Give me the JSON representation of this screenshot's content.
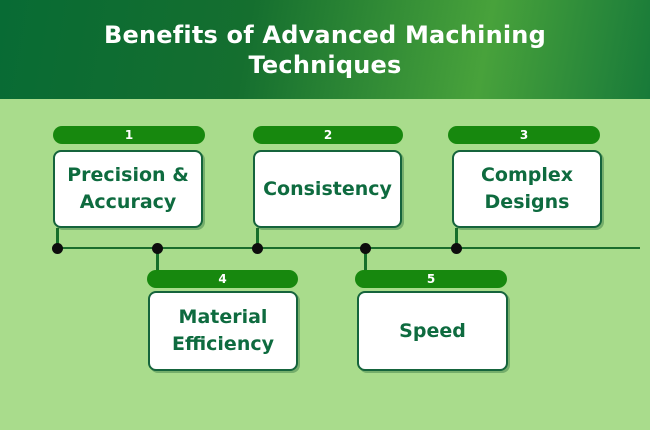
{
  "header": {
    "title": "Benefits of Advanced Machining Techniques"
  },
  "items": [
    {
      "number": "1",
      "label": "Precision & Accuracy"
    },
    {
      "number": "2",
      "label": "Consistency"
    },
    {
      "number": "3",
      "label": "Complex Designs"
    },
    {
      "number": "4",
      "label": "Material Efficiency"
    },
    {
      "number": "5",
      "label": "Speed"
    }
  ],
  "colors": {
    "header_dark_green": "#086b34",
    "header_bright_green": "#48a23b",
    "background_light_green": "#a9dc8c",
    "badge_green": "#17880e",
    "card_border_green": "#15643c",
    "card_text_green": "#0e6b3f",
    "timeline_green": "#1b6e2d",
    "dot_black": "#0d0d0d",
    "title_white": "#ffffff"
  }
}
